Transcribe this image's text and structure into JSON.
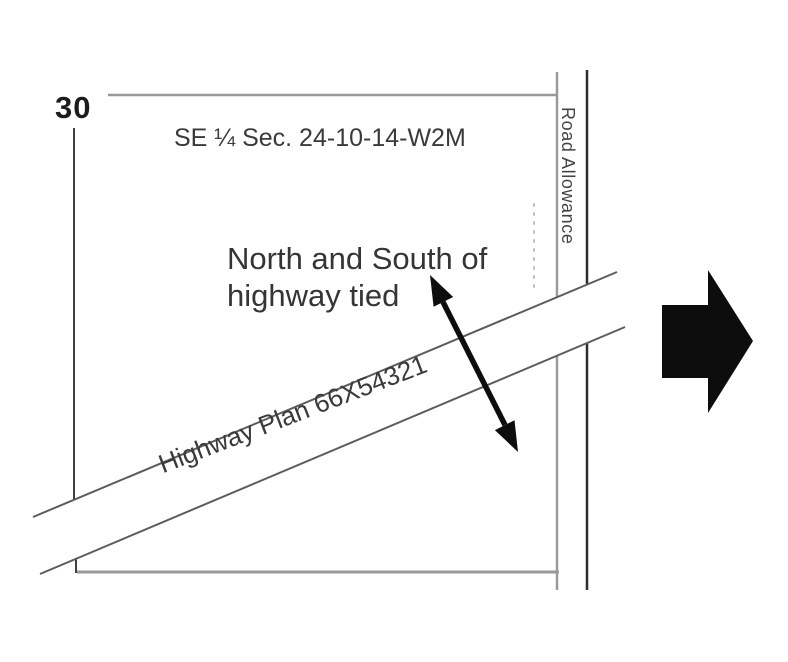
{
  "diagram": {
    "township_label": "30",
    "section_label": "SE ¼ Sec. 24-10-14-W2M",
    "note": "North and South of\nhighway tied",
    "highway_plan_label": "Highway Plan 66X54321",
    "road_allowance_label": "Road Allowance",
    "icons": {
      "double_arrow": "double-headed-arrow-icon",
      "next_arrow": "right-arrow-icon"
    },
    "colors": {
      "background": "#ffffff",
      "boundary_gray": "#999999",
      "boundary_dark": "#3f3f3f",
      "road_allowance_west": "#9a9a9a",
      "road_allowance_east": "#2e2e2e",
      "highway_edge": "#5c5c5c",
      "dotted_line": "#c0c0c0",
      "text": "#383838",
      "arrow_black": "#0d0d0d"
    }
  }
}
